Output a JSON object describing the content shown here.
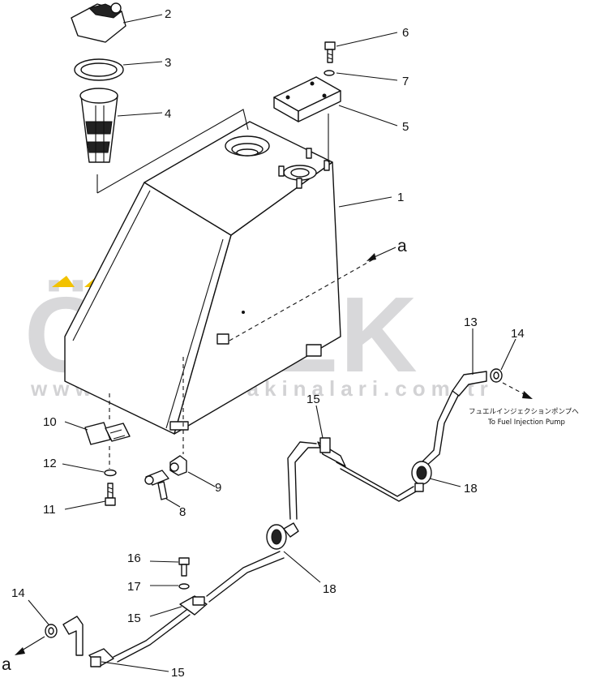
{
  "watermark": {
    "brand": "ÖRNEK",
    "url": "www.ornekismakinalari.com.tr",
    "accent_color": "#f2c200"
  },
  "labels": {
    "p1": "1",
    "p2": "2",
    "p3": "3",
    "p4": "4",
    "p5": "5",
    "p6": "6",
    "p7": "7",
    "p8": "8",
    "p9": "9",
    "p10": "10",
    "p11": "11",
    "p12": "12",
    "p13": "13",
    "p14_top": "14",
    "p14_bottom": "14",
    "p15_mid": "15",
    "p15_lower": "15",
    "p15_bottom": "15",
    "p16": "16",
    "p17": "17",
    "p18_right": "18",
    "p18_mid": "18",
    "a_right": "a",
    "a_left": "a"
  },
  "notes": {
    "pump_jp": "フュエルインジェクションポンプへ",
    "pump_en": "To Fuel Injection Pump"
  },
  "colors": {
    "line": "#111111",
    "watermark": "#d8d8da"
  }
}
